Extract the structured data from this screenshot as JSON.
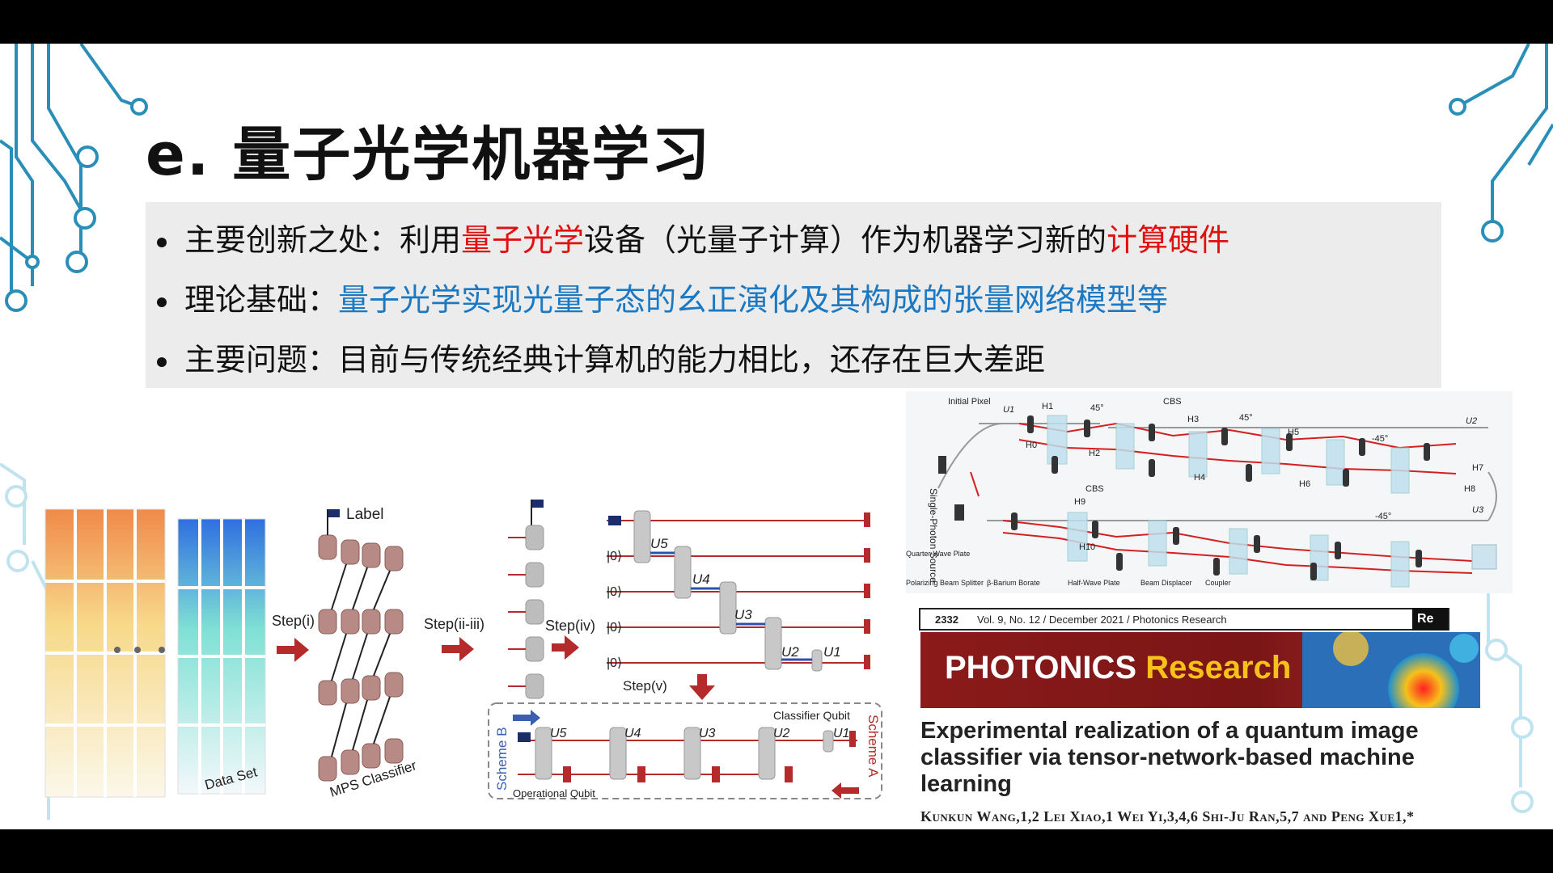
{
  "slide": {
    "title": "e. 量子光学机器学习",
    "bullets": [
      {
        "label": "主要创新之处：",
        "parts": [
          "利用",
          "量子光学",
          "设备（光量子计算）作为机器学习新的",
          "计算硬件"
        ]
      },
      {
        "label": "理论基础：",
        "parts": [
          "量子光学实现光量子态的幺正演化及其构成的张量网络模型等"
        ]
      },
      {
        "label": "主要问题：",
        "parts": [
          "目前与传统经典计算机的能力相比，还存在巨大差距"
        ]
      }
    ]
  },
  "figure_left": {
    "label": "Label",
    "data_set": "Data Set",
    "mps_classifier": "MPS Classifier",
    "step_i": "Step(i)",
    "step_ii_iii": "Step(ii-iii)",
    "step_iv": "Step(iv)",
    "step_v": "Step(v)",
    "scheme_a": "Scheme A",
    "scheme_b": "Scheme B",
    "classifier_qubit": "Classifier Qubit",
    "operational_qubit": "Operational Qubit",
    "ket0": "|0⟩",
    "unitaries": [
      "U5",
      "U4",
      "U3",
      "U2",
      "U1"
    ]
  },
  "figure_right": {
    "labels": {
      "initial_pixel": "Initial Pixel",
      "cbs": "CBS",
      "single_photon_source": "Single-Photon Source",
      "quarter_wave_plate": "Quarter-Wave Plate",
      "polarizing_beam_splitter": "Polarizing Beam Splitter",
      "barium_borate": "β-Barium Borate",
      "half_wave_plate": "Half-Wave Plate",
      "beam_displacer": "Beam Displacer",
      "coupler": "Coupler",
      "angles": [
        "45°",
        "-45°"
      ],
      "hadamards": [
        "H1",
        "H2",
        "H3",
        "H4",
        "H5",
        "H6",
        "H7",
        "H8",
        "H9",
        "H10",
        "H0"
      ],
      "unitaries": [
        "U1",
        "U2",
        "U3"
      ]
    }
  },
  "paper": {
    "page": "2332",
    "citation": "Vol. 9, No. 12 / December 2021 / Photonics Research",
    "re_tag": "Re",
    "journal_name_1": "PHOTONICS ",
    "journal_name_2": "Research",
    "title": "Experimental realization of a quantum image classifier via tensor-network-based machine learning",
    "authors": "Kunkun Wang,1,2 Lei Xiao,1 Wei Yi,3,4,6 Shi-Ju Ran,5,7 and Peng Xue1,*"
  },
  "colors": {
    "accent_red": "#e01010",
    "accent_blue": "#1b78c2",
    "circuit_blue": "#2a8fb8"
  }
}
